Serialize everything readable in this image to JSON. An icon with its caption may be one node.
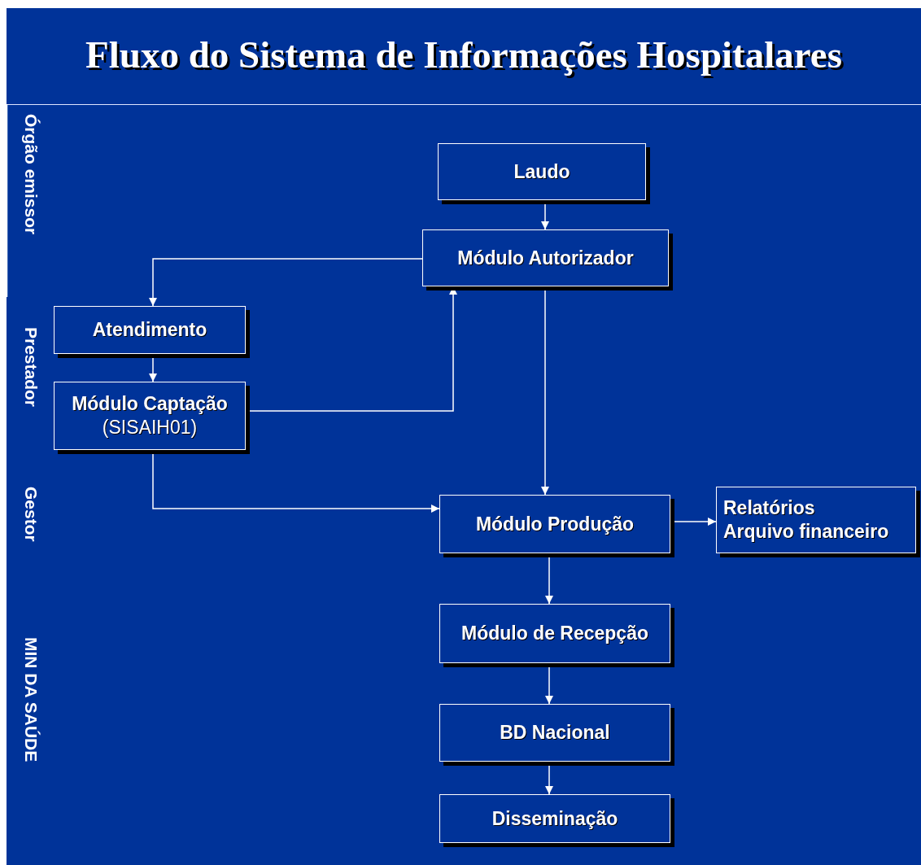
{
  "diagram": {
    "title": "Fluxo do Sistema de Informações Hospitalares",
    "nodes": [
      {
        "text": [
          "Laudo"
        ]
      },
      {
        "text": [
          "Módulo Autorizador"
        ]
      },
      {
        "text": [
          "Atendimento"
        ]
      },
      {
        "text": [
          "Módulo Captação",
          "(SISAIH01)"
        ]
      },
      {
        "text": [
          "Módulo Produção"
        ]
      },
      {
        "text": [
          "Relatórios",
          "Arquivo financeiro"
        ]
      },
      {
        "text": [
          "Módulo de Recepção"
        ]
      },
      {
        "text": [
          "BD Nacional"
        ]
      },
      {
        "text": [
          "Disseminação"
        ]
      }
    ],
    "edges": [
      {
        "from": 0,
        "to": 1,
        "arrow": "to"
      },
      {
        "from": 1,
        "to": 2,
        "arrow": "to"
      },
      {
        "from": 2,
        "to": 3,
        "arrow": "to"
      },
      {
        "from": 3,
        "to": 1,
        "arrow": "to"
      },
      {
        "from": 3,
        "to": 4,
        "arrow": "to"
      },
      {
        "from": 1,
        "to": 4,
        "arrow": "to"
      },
      {
        "from": 4,
        "to": 5,
        "arrow": "to"
      },
      {
        "from": 4,
        "to": 6,
        "arrow": "to"
      },
      {
        "from": 6,
        "to": 7,
        "arrow": "to"
      },
      {
        "from": 7,
        "to": 8,
        "arrow": "to"
      }
    ],
    "labels": [
      "Órgão emissor",
      "Prestador",
      "Gestor",
      "MIN DA SAÚDE"
    ]
  }
}
